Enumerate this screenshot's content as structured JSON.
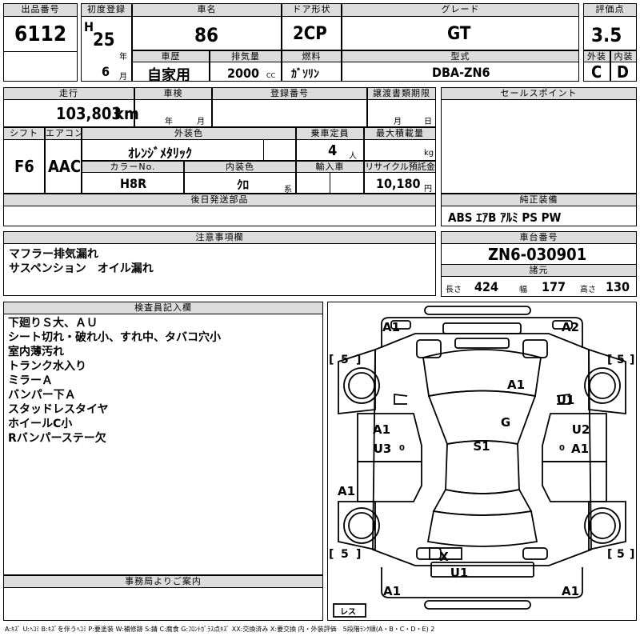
{
  "row1": {
    "lot_label": "出品番号",
    "lot": "6112",
    "first_reg_label": "初度登録",
    "era": "H",
    "year": "25",
    "year_unit": "年",
    "month": "6",
    "month_unit": "月",
    "car_name_label": "車名",
    "car_name": "86",
    "doors_label": "ドア形状",
    "doors": "2CP",
    "grade_label": "グレード",
    "grade": "GT",
    "score_label": "評価点",
    "score": "3.5",
    "history_label": "車歴",
    "history": "自家用",
    "displacement_label": "排気量",
    "displacement": "2000",
    "displacement_unit": "CC",
    "fuel_label": "燃料",
    "fuel": "ｶﾞｿﾘﾝ",
    "model_code_label": "型式",
    "model_code": "DBA-ZN6",
    "exterior_label": "外装",
    "exterior": "C",
    "interior_label": "内装",
    "interior": "D"
  },
  "row2": {
    "mileage_label": "走行",
    "mileage": "103,803",
    "mileage_unit": "km",
    "inspection_label": "車検",
    "insp_year_unit": "年",
    "insp_month_unit": "月",
    "registration_label": "登録番号",
    "transfer_label": "譲渡書類期限",
    "transfer_month_unit": "月",
    "transfer_day_unit": "日",
    "sales_points_label": "セールスポイント",
    "shift_label": "シフト",
    "shift": "F6",
    "ac_label": "エアコン",
    "ac": "AAC",
    "color_label": "外装色",
    "color": "ｵﾚﾝｼﾞﾒﾀﾘｯｸ",
    "capacity_label": "乗車定員",
    "capacity": "4",
    "capacity_unit": "人",
    "max_load_label": "最大積載量",
    "max_load_unit": "kg",
    "color_no_label": "カラーNo.",
    "color_no": "H8R",
    "int_color_label": "内装色",
    "int_color": "ｸﾛ",
    "int_color_unit": "系",
    "import_label": "輸入車",
    "recycle_label": "リサイクル預託金",
    "recycle": "10,180",
    "recycle_unit": "円",
    "later_parts_label": "後日発送部品",
    "equipment_label": "純正装備",
    "equipment": "ABS ｴｱB ｱﾙﾐ PS PW"
  },
  "caution": {
    "label": "注意事項欄",
    "lines": [
      "マフラー排気漏れ",
      "サスペンション　オイル漏れ"
    ]
  },
  "chassis": {
    "label": "車台番号",
    "number": "ZN6-030901",
    "spec_label": "諸元",
    "length_label": "長さ",
    "length": "424",
    "width_label": "幅",
    "width": "177",
    "height_label": "高さ",
    "height": "130"
  },
  "inspector": {
    "label": "検査員記入欄",
    "lines": [
      "下廻りＳ大、ＡＵ",
      "シート切れ・破れ小、すれ中、タバコ穴小",
      "室内薄汚れ",
      "トランク水入り",
      "ミラーＡ",
      "バンパー下Ａ",
      "スタッドレスタイヤ",
      "ホイールC小",
      "Rバンパーステー欠"
    ]
  },
  "office": {
    "label": "事務局よりご案内"
  },
  "diagram": {
    "marks": {
      "front_bumper_left": "A1",
      "front_bumper_right": "A2",
      "hood": "A1",
      "front_fender_right": "U1",
      "windshield": "G",
      "front_door_left": "A1",
      "rear_door_left": "U3",
      "front_door_right": "U2",
      "rear_door_right": "A1",
      "roof": "S1",
      "rear_quarter_left": "A1",
      "trunk_cross": "X",
      "trunk": "U1",
      "rear_bumper_left": "A1",
      "rear_bumper_right": "A1"
    },
    "tires": {
      "front_left": "5",
      "front_right": "5",
      "rear_left": "5",
      "rear_right": "5"
    },
    "tire_open": "[",
    "tire_close": "]",
    "doors_zero": "0",
    "spare": "レス"
  },
  "legend": "A:ｷｽﾞ  U:ﾍｺﾐ  B:ｷｽﾞを伴うﾍｺﾐ  P:要塗装  W:補修跡  S:錆  C:腐食  G:ﾌﾛﾝﾄｶﾞﾗｽ点ｷｽﾞ  XX:交換済み  X:要交換   内・外装評価　5段階ﾗﾝｸ順(A・B・C・D・E) 2"
}
